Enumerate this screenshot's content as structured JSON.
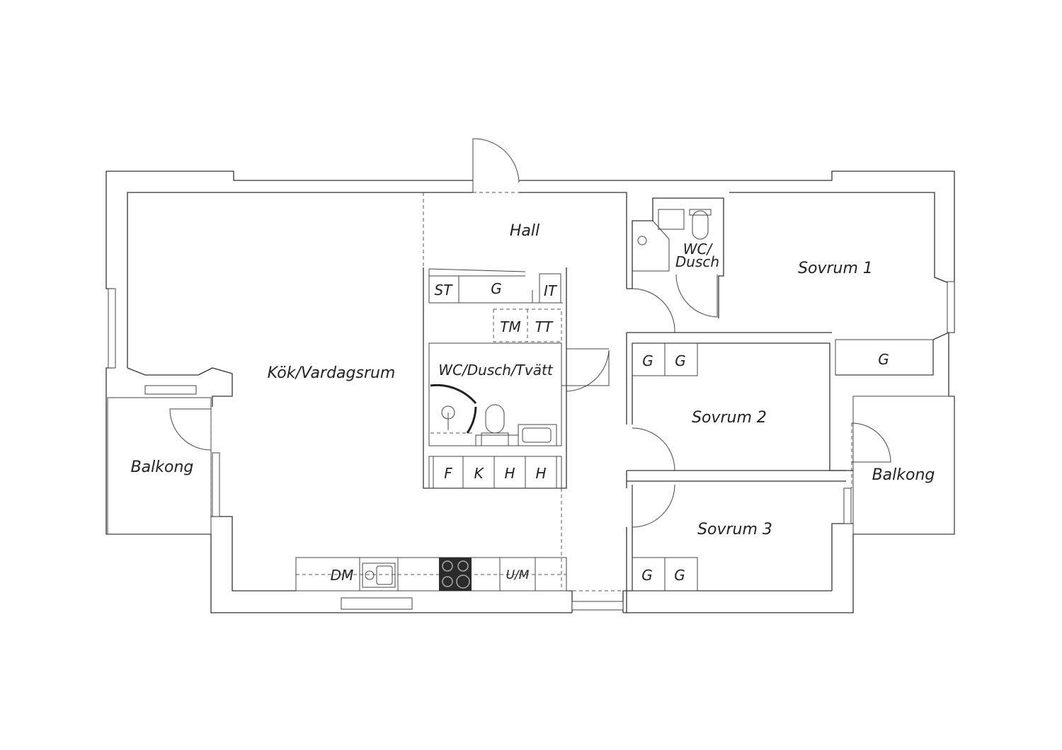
{
  "rooms": {
    "kitchen_living": "Kök/Vardagsrum",
    "hall": "Hall",
    "bath_main": "WC/Dusch/Tvätt",
    "bath_small_1": "WC/",
    "bath_small_2": "Dusch",
    "bedroom_1": "Sovrum 1",
    "bedroom_2": "Sovrum 2",
    "bedroom_3": "Sovrum 3",
    "balcony_left": "Balkong",
    "balcony_right": "Balkong"
  },
  "fixtures": {
    "st": "ST",
    "g": "G",
    "it": "IT",
    "tm": "TM",
    "tt": "TT",
    "f": "F",
    "k": "K",
    "h": "H",
    "dm": "DM",
    "um": "U/M"
  },
  "colors": {
    "line": "#333333",
    "background": "#ffffff",
    "stove": "#2b2b2b"
  }
}
